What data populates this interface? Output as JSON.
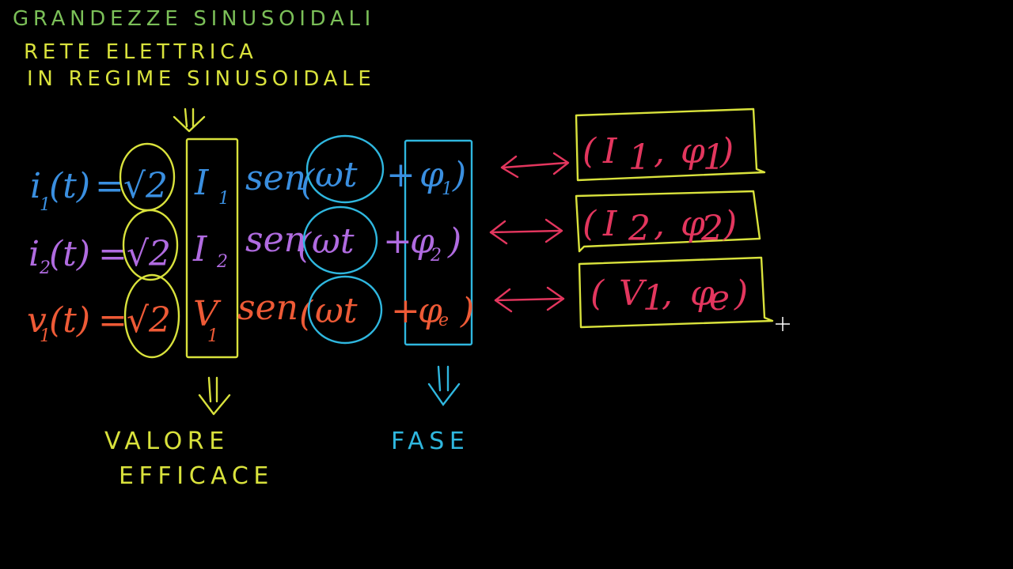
{
  "header": {
    "line1": "GRANDEZZE SINUSOIDALI",
    "line2": "RETE ELETTRICA",
    "line3": "IN REGIME SINUSOIDALE"
  },
  "equations": [
    {
      "lhs": "i",
      "lhs_sub": "1",
      "arg": "(t)",
      "eq": "=",
      "root": "√2",
      "amp": "I",
      "amp_sub": "1",
      "func": "sen",
      "open": "(",
      "omega": "ωt",
      "plus": "+",
      "phase": "φ",
      "phase_sub": "1",
      "close": ")"
    },
    {
      "lhs": "i",
      "lhs_sub": "2",
      "arg": "(t)",
      "eq": "=",
      "root": "√2",
      "amp": "I",
      "amp_sub": "2",
      "func": "sen",
      "open": "(",
      "omega": "ωt",
      "plus": "+",
      "phase": "φ",
      "phase_sub": "2",
      "close": ")"
    },
    {
      "lhs": "v",
      "lhs_sub": "1",
      "arg": "(t)",
      "eq": "=",
      "root": "√2",
      "amp": "V",
      "amp_sub": "1",
      "func": "sen",
      "open": "(",
      "omega": "ωt",
      "plus": "+",
      "phase": "φ",
      "phase_sub": "e",
      "close": ")"
    }
  ],
  "pairs": [
    {
      "open": "(",
      "a": "I",
      "a_sub": "1",
      "sep": ",",
      "b": "φ",
      "b_sub": "1",
      "close": ")"
    },
    {
      "open": "(",
      "a": "I",
      "a_sub": "2",
      "sep": ",",
      "b": "φ",
      "b_sub": "2",
      "close": ")"
    },
    {
      "open": "(",
      "a": "V",
      "a_sub": "1",
      "sep": ",",
      "b": "φ",
      "b_sub": "e",
      "close": ")"
    }
  ],
  "labels": {
    "valore_line1": "VALORE",
    "valore_line2": "EFFICACE",
    "fase": "FASE"
  },
  "colors": {
    "background": "#000000",
    "header": "#7bbf58",
    "yellow": "#d9e23c",
    "blue": "#3a8fe0",
    "violet": "#b06be0",
    "orange": "#ee5a36",
    "red": "#e3365e",
    "cyan": "#2fb7df"
  }
}
